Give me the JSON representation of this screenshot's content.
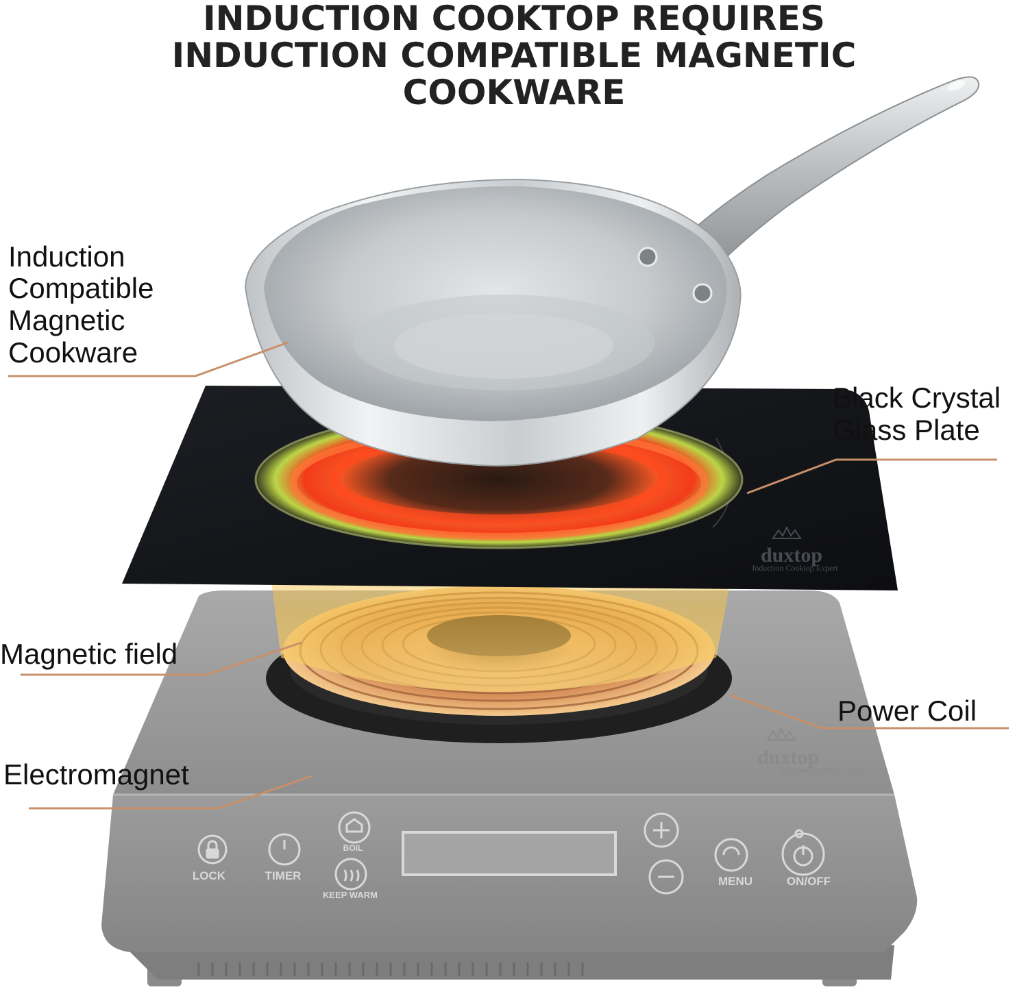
{
  "headline": {
    "line1": "INDUCTION COOKTOP REQUIRES",
    "line2": "INDUCTION COMPATIBLE MAGNETIC",
    "line3": "COOKWARE"
  },
  "labels": {
    "cookware": [
      "Induction",
      "Compatible",
      "Magnetic",
      "Cookware"
    ],
    "glass_plate": [
      "Black Crystal",
      "Glass Plate"
    ],
    "magnetic_field": "Magnetic field",
    "power_coil": "Power Coil",
    "electromagnet": "Electromagnet"
  },
  "brand": {
    "name": "duxtop",
    "tagline": "Induction Cooktop Expert"
  },
  "control_panel": {
    "lock": "LOCK",
    "timer": "TIMER",
    "boil": "BOIL",
    "keep_warm": "KEEP WARM",
    "menu": "MENU",
    "on_off": "ON/OFF"
  },
  "colors": {
    "headline_text": "#222222",
    "leader_line": "#c8906a",
    "glass_plate": "#15161a",
    "cooktop_body": "#9a9a9a",
    "coil_copper": "#d08a55",
    "heat_red": "#ff4a1f",
    "field_glow": "#f2c75a"
  }
}
